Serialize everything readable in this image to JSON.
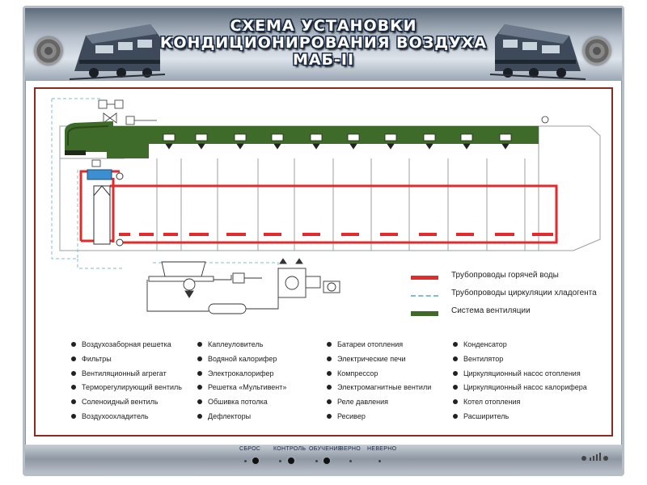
{
  "title": {
    "line1": "СХЕМА УСТАНОВКИ",
    "line2": "КОНДИЦИОНИРОВАНИЯ ВОЗДУХА",
    "line3": "МАБ-II"
  },
  "legend": [
    {
      "label": "Трубопроводы горячей воды",
      "color": "#e32b2b",
      "style": "solid"
    },
    {
      "label": "Трубопроводы циркуляции хладогента",
      "color": "#7fbfc8",
      "style": "dashed"
    },
    {
      "label": "Система вентиляции",
      "color": "#3f6b2a",
      "style": "solid"
    }
  ],
  "components": {
    "col1": [
      "Воздухозаборная решетка",
      "Фильтры",
      "Вентиляционный агрегат",
      "Терморегулирующий вентиль",
      "Соленоидный вентиль",
      "Воздухоохладитель"
    ],
    "col2": [
      "Каплеуловитель",
      "Водяной калорифер",
      "Электрокалорифер",
      "Решетка «Мультивент»",
      "Обшивка потолка",
      "Дефлекторы"
    ],
    "col3": [
      "Батареи отопления",
      "Электрические печи",
      "Компрессор",
      "Электромагнитные вентили",
      "Реле давления",
      "Ресивер"
    ],
    "col4": [
      "Конденсатор",
      "Вентилятор",
      "Циркуляционный насос отопления",
      "Циркуляционный насос калорифера",
      "Котел отопления",
      "Расширитель"
    ]
  },
  "controls": [
    "СБРОС",
    "КОНТРОЛЬ",
    "ОБУЧЕНИЕ",
    "ВЕРНО",
    "НЕВЕРНО"
  ],
  "colors": {
    "hot_water": "#e32b2b",
    "refrigerant": "#7fbfc8",
    "ventilation": "#3f6b2a",
    "frame_border": "#8c2a20"
  }
}
